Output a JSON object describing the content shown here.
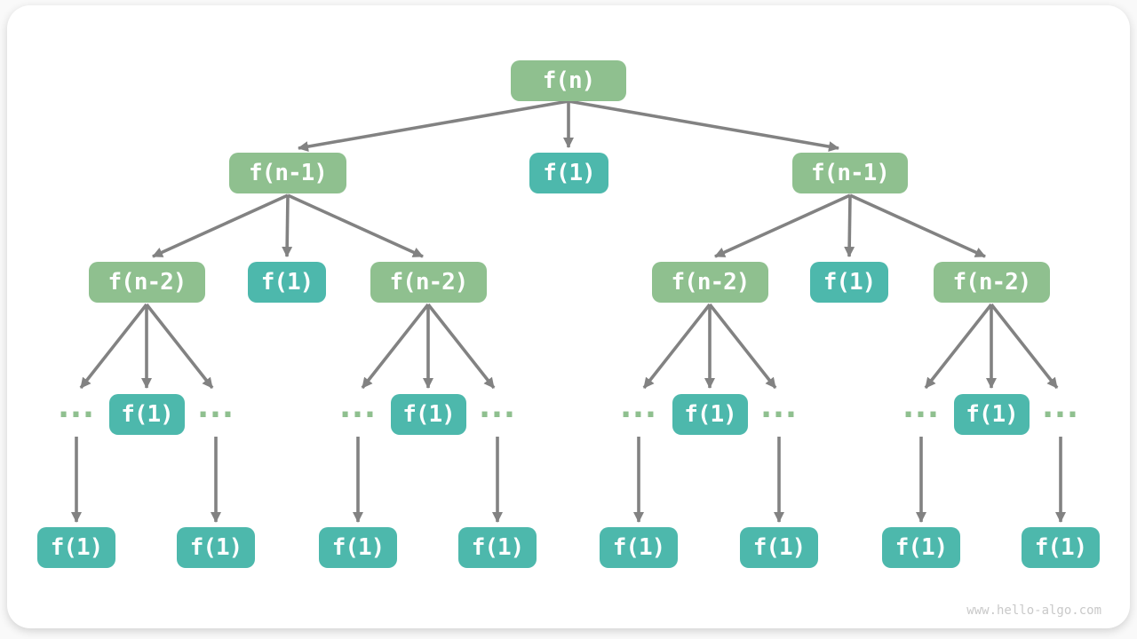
{
  "watermark": "www.hello-algo.com",
  "ellipsis": "...",
  "colors": {
    "node_green": "#8FC08F",
    "node_teal": "#4DB8AC",
    "arrow_gray": "#828282",
    "node_text": "#ffffff",
    "watermark_gray": "#c9c9c9",
    "card_background": "#ffffff"
  },
  "nodes": [
    {
      "label": "f(n)",
      "color": "green",
      "level": 1
    },
    {
      "label": "f(n-1)",
      "color": "green",
      "level": 2
    },
    {
      "label": "f(1)",
      "color": "teal",
      "level": 2
    },
    {
      "label": "f(n-1)",
      "color": "green",
      "level": 2
    },
    {
      "label": "f(n-2)",
      "color": "green",
      "level": 3
    },
    {
      "label": "f(1)",
      "color": "teal",
      "level": 3
    },
    {
      "label": "f(n-2)",
      "color": "green",
      "level": 3
    },
    {
      "label": "f(n-2)",
      "color": "green",
      "level": 3
    },
    {
      "label": "f(1)",
      "color": "teal",
      "level": 3
    },
    {
      "label": "f(n-2)",
      "color": "green",
      "level": 3
    },
    {
      "label": "f(1)",
      "color": "teal",
      "level": 4
    },
    {
      "label": "f(1)",
      "color": "teal",
      "level": 4
    },
    {
      "label": "f(1)",
      "color": "teal",
      "level": 4
    },
    {
      "label": "f(1)",
      "color": "teal",
      "level": 4
    },
    {
      "label": "f(1)",
      "color": "teal",
      "level": 5
    },
    {
      "label": "f(1)",
      "color": "teal",
      "level": 5
    },
    {
      "label": "f(1)",
      "color": "teal",
      "level": 5
    },
    {
      "label": "f(1)",
      "color": "teal",
      "level": 5
    },
    {
      "label": "f(1)",
      "color": "teal",
      "level": 5
    },
    {
      "label": "f(1)",
      "color": "teal",
      "level": 5
    },
    {
      "label": "f(1)",
      "color": "teal",
      "level": 5
    },
    {
      "label": "f(1)",
      "color": "teal",
      "level": 5
    }
  ]
}
